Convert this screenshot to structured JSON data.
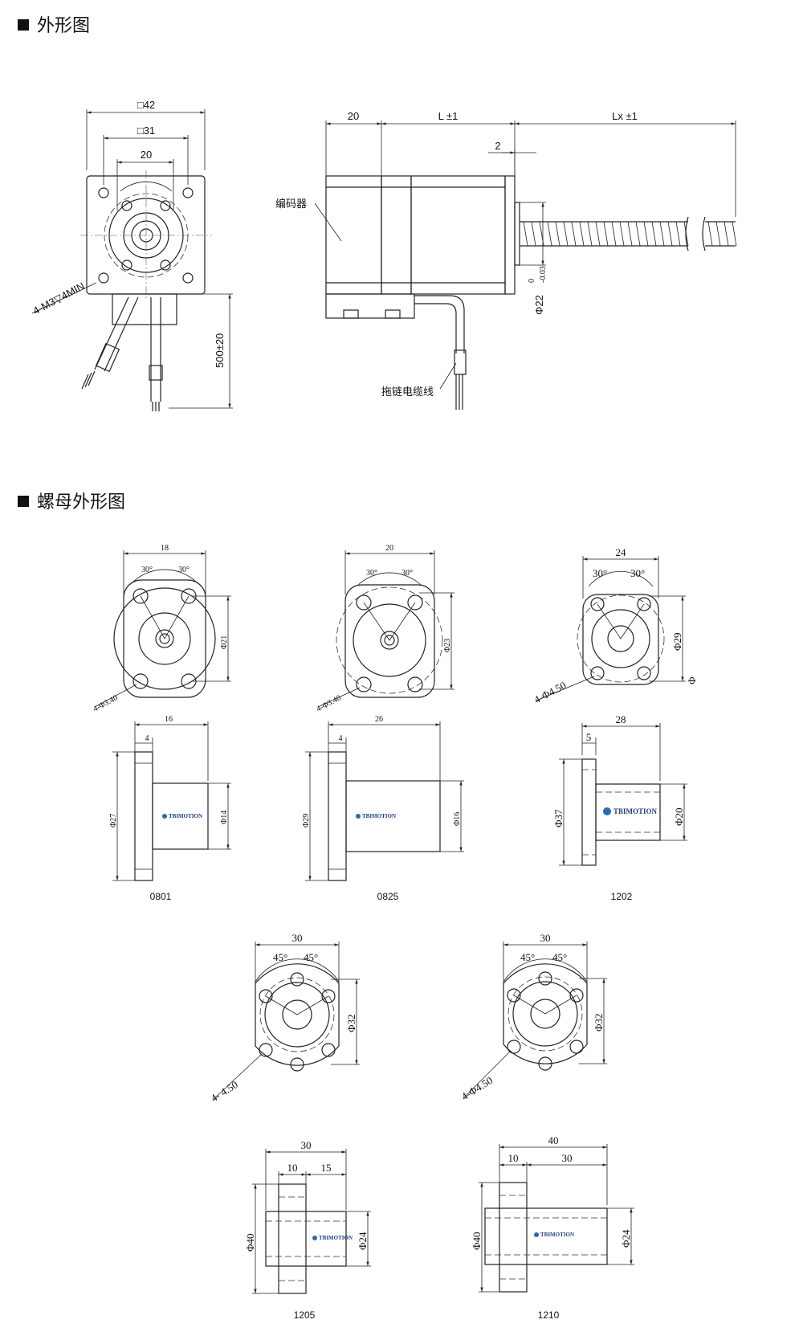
{
  "sections": {
    "outline_title": "外形图",
    "nut_title": "螺母外形图"
  },
  "motor": {
    "dim_square_42": "□42",
    "dim_square_31": "□31",
    "dim_20_front": "20",
    "mount_holes": "4-M3▽4MIN",
    "cable_length": "500±20",
    "dim_20_side": "20",
    "dim_L": "L ±1",
    "dim_Lx": "Lx ±1",
    "dim_2": "2",
    "encoder_label": "编码器",
    "shaft_dia": "Φ22",
    "shaft_tol_upper": "0",
    "shaft_tol_lower": "-0.03",
    "cable_label": "拖链电缆线"
  },
  "nuts": [
    {
      "model": "0801",
      "width": "18",
      "angle_l": "30°",
      "angle_r": "30°",
      "pcd": "Φ21",
      "holes": "4-Φ3.40",
      "length": "16",
      "flange": "4",
      "od": "Φ27",
      "body": "Φ14",
      "logo": "TBIMOTION"
    },
    {
      "model": "0825",
      "width": "20",
      "angle_l": "30°",
      "angle_r": "30°",
      "pcd": "Φ23",
      "holes": "4-Φ3.40",
      "length": "26",
      "flange": "4",
      "od": "Φ29",
      "body": "Φ16",
      "logo": "TBIMOTION"
    },
    {
      "model": "1202",
      "width": "24",
      "angle_l": "30°",
      "angle_r": "30°",
      "pcd": "Φ29",
      "holes": "4-Φ4.50",
      "extra": "Φ",
      "length": "28",
      "flange": "5",
      "od": "Φ37",
      "body": "Φ20",
      "logo": "TBIMOTION"
    },
    {
      "model": "1205",
      "width": "30",
      "angle_l": "45°",
      "angle_r": "45°",
      "pcd": "Φ32",
      "holes": "4- 4.50",
      "length": "30",
      "flange": "10",
      "body_len": "15",
      "od": "Φ40",
      "body": "Φ24",
      "logo": "TBIMOTION"
    },
    {
      "model": "1210",
      "width": "30",
      "angle_l": "45°",
      "angle_r": "45°",
      "pcd": "Φ32",
      "holes": "4-Φ4.50",
      "length": "40",
      "flange": "10",
      "body_len": "30",
      "od": "Φ40",
      "body": "Φ24",
      "logo": "TBIMOTION"
    }
  ]
}
